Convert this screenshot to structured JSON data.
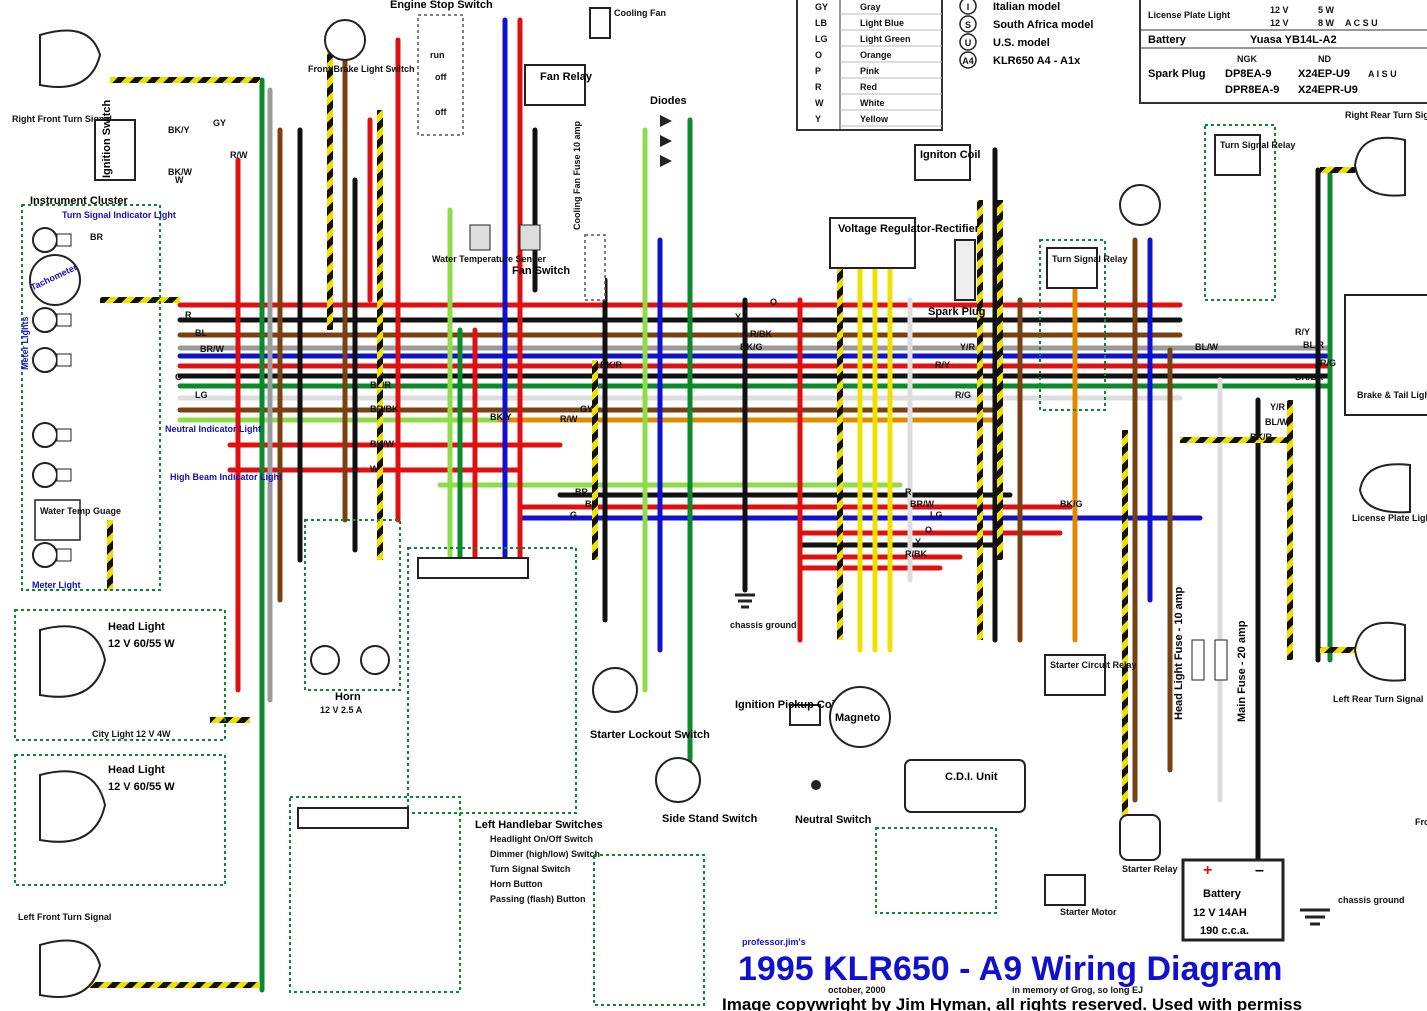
{
  "title": "1995 KLR650 - A9 Wiring Diagram",
  "byline": "professor.jim's",
  "date_note": "october, 2000",
  "memory_note": "in memory of Grog, so long EJ",
  "copyright": "Image copywright by Jim Hyman, all rights reserved. Used with permiss",
  "legend": {
    "colors": [
      {
        "code": "GY",
        "name": "Gray",
        "hex": "#9a9a9a"
      },
      {
        "code": "LB",
        "name": "Light Blue",
        "hex": "#4aa0ff"
      },
      {
        "code": "LG",
        "name": "Light Green",
        "hex": "#8fdc4a"
      },
      {
        "code": "O",
        "name": "Orange",
        "hex": "#e08a00"
      },
      {
        "code": "P",
        "name": "Pink",
        "hex": "#ff8fc8"
      },
      {
        "code": "R",
        "name": "Red",
        "hex": "#e01010"
      },
      {
        "code": "W",
        "name": "White",
        "hex": "#dddddd"
      },
      {
        "code": "Y",
        "name": "Yellow",
        "hex": "#f0e000"
      }
    ],
    "models": [
      {
        "symbol": "I",
        "name": "Italian model"
      },
      {
        "symbol": "S",
        "name": "South Africa model"
      },
      {
        "symbol": "U",
        "name": "U.S. model"
      },
      {
        "symbol": "A4",
        "name": "KLR650 A4 - A1x"
      }
    ]
  },
  "spec_table": {
    "license_plate_light": {
      "label": "License Plate Light",
      "v1": "12 V",
      "w1": "5 W",
      "v2": "12 V",
      "w2": "8 W",
      "models": "A C S U"
    },
    "battery": {
      "label": "Battery",
      "value": "Yuasa YB14L-A2"
    },
    "spark_plug": {
      "label": "Spark Plug",
      "ngk": "NGK",
      "nd": "ND",
      "ngk1": "DP8EA-9",
      "nd1": "X24EP-U9",
      "ngk2": "DPR8EA-9",
      "nd2": "X24EPR-U9",
      "models1": "A I S U"
    }
  },
  "components": {
    "right_front_turn": "Right Front Turn Signal",
    "ignition_switch": "Ignition Switch",
    "engine_stop_switch": "Engine Stop Switch",
    "run": "run",
    "off1": "off",
    "off2": "off",
    "front_brake_switch": "Front Brake Light Switch",
    "cooling_fan": "Cooling Fan",
    "fan_relay": "Fan Relay",
    "diodes": "Diodes",
    "fan_fuse": "Cooling Fan Fuse 10 amp",
    "water_temp_sender": "Water Temperature Sender",
    "fan_switch": "Fan Switch",
    "instrument_cluster": "Instrument Cluster",
    "turn_indicator": "Turn Signal Indicator Light",
    "tachometer": "Tachometer",
    "meter_lights": "Meter Lights",
    "neutral_indicator": "Neutral Indicator Light",
    "high_beam_indicator": "High Beam Indicator Light",
    "water_temp_gauge": "Water Temp Guage",
    "meter_light": "Meter Light",
    "head_light1": "Head Light",
    "head_light1_spec": "12 V  60/55 W",
    "city_light": "City Light  12 V  4W",
    "head_light2": "Head Light",
    "head_light2_spec": "12 V  60/55 W",
    "left_front_turn": "Left Front Turn Signal",
    "horn": "Horn",
    "horn_spec": "12 V  2.5 A",
    "left_handlebar": "Left Handlebar Switches",
    "sw3": "Headlight On/Off Switch",
    "sw4": "Dimmer (high/low) Switch",
    "sw5": "Turn Signal Switch",
    "sw6": "Horn Button",
    "sw7": "Passing (flash) Button",
    "starter_lockout": "Starter Lockout Switch",
    "side_stand": "Side Stand Switch",
    "chassis_ground": "chassis ground",
    "ignition_coil": "Igniton Coil",
    "spark_plug": "Spark Plug",
    "voltage_regulator": "Voltage Regulator-Rectifier",
    "turn_signal_relay": "Turn Signal Relay",
    "turn_signal_relay2": "Turn Signal Relay",
    "ignition_pickup": "Ignition Pickup Coil",
    "magneto": "Magneto",
    "neutral_switch": "Neutral Switch",
    "cdi": "C.D.I. Unit",
    "starter_circuit_relay": "Starter Circuit Relay",
    "head_light_fuse": "Head Light Fuse - 10 amp",
    "main_fuse": "Main Fuse - 20 amp",
    "starter_relay": "Starter Relay",
    "starter_motor": "Starter Motor",
    "battery": "Battery",
    "battery_spec": "12 V 14AH",
    "battery_cca": "190 c.c.a.",
    "chassis_ground2": "chassis ground",
    "right_rear_turn": "Right Rear Turn Signal",
    "brake_tail": "Brake & Tail Light",
    "license_plate": "License Plate Light",
    "left_rear_turn": "Left Rear Turn Signal",
    "fro": "Fro"
  },
  "wire_labels": [
    "GY",
    "BK/Y",
    "R/W",
    "BK/W",
    "W",
    "BR",
    "R",
    "BL",
    "BR/W",
    "G",
    "LG",
    "O",
    "Y",
    "R/BK",
    "BK/G",
    "Y/R",
    "BL/W",
    "BK/R",
    "R/Y",
    "BL/R",
    "R/G",
    "BR/BK"
  ]
}
